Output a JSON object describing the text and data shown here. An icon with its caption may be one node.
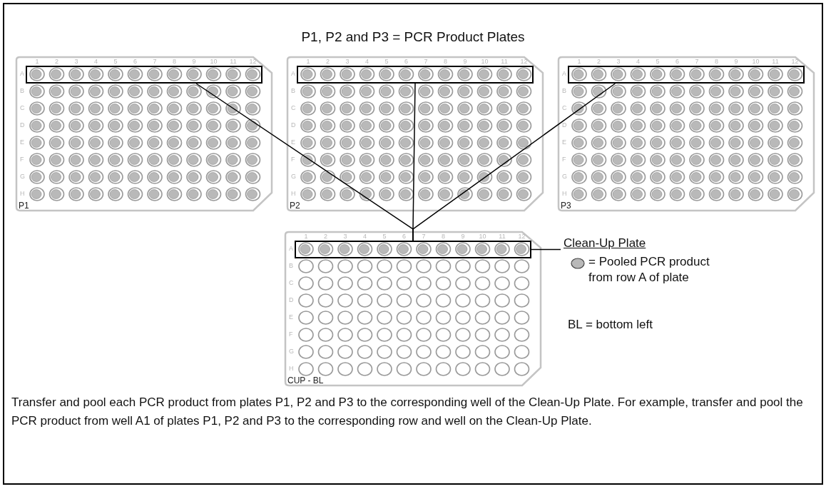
{
  "diagram": {
    "title": "P1, P2 and P3 = PCR Product Plates",
    "nodes": [
      {
        "text": [
          "P1"
        ]
      },
      {
        "text": [],
        "shape": "box",
        "in": 0
      },
      {
        "text": [
          "P2"
        ]
      },
      {
        "text": [],
        "shape": "box",
        "in": 2
      },
      {
        "text": [
          "P3"
        ]
      },
      {
        "text": [],
        "shape": "box",
        "in": 4
      },
      {
        "text": [
          "CUP - BL"
        ]
      },
      {
        "text": [],
        "shape": "box",
        "in": 6
      },
      {
        "text": [
          "Clean-Up Plate"
        ]
      }
    ],
    "edges": [
      {
        "from": 1,
        "to": 7,
        "arrow": "none"
      },
      {
        "from": 3,
        "to": 7,
        "arrow": "none"
      },
      {
        "from": 5,
        "to": 7,
        "arrow": "none"
      },
      {
        "from": 7,
        "to": 8,
        "arrow": "none"
      }
    ],
    "labels": [
      "1",
      "2",
      "3",
      "4",
      "5",
      "6",
      "7",
      "8",
      "9",
      "10",
      "11",
      "12",
      "A",
      "B",
      "C",
      "D",
      "E",
      "F",
      "G",
      "H",
      "1",
      "2",
      "3",
      "4",
      "5",
      "6",
      "7",
      "8",
      "9",
      "10",
      "11",
      "12",
      "A",
      "B",
      "C",
      "D",
      "E",
      "F",
      "G",
      "H",
      "1",
      "2",
      "3",
      "4",
      "5",
      "6",
      "7",
      "8",
      "9",
      "10",
      "11",
      "12",
      "A",
      "B",
      "C",
      "D",
      "E",
      "F",
      "G",
      "H",
      "1",
      "2",
      "3",
      "4",
      "5",
      "6",
      "7",
      "8",
      "9",
      "10",
      "11",
      "12",
      "A",
      "B",
      "C",
      "D",
      "E",
      "F",
      "G",
      "H",
      "BL = bottom left"
    ],
    "legend": [
      {
        "text": "= Pooled PCR product from row A of plate"
      }
    ],
    "caption": "Transfer and pool each PCR product from plates P1, P2 and P3 to the corresponding well of the Clean-Up Plate. For example, transfer and pool the PCR product from well A1 of plates P1, P2 and P3 to the corresponding row and well on the Clean-Up Plate."
  }
}
